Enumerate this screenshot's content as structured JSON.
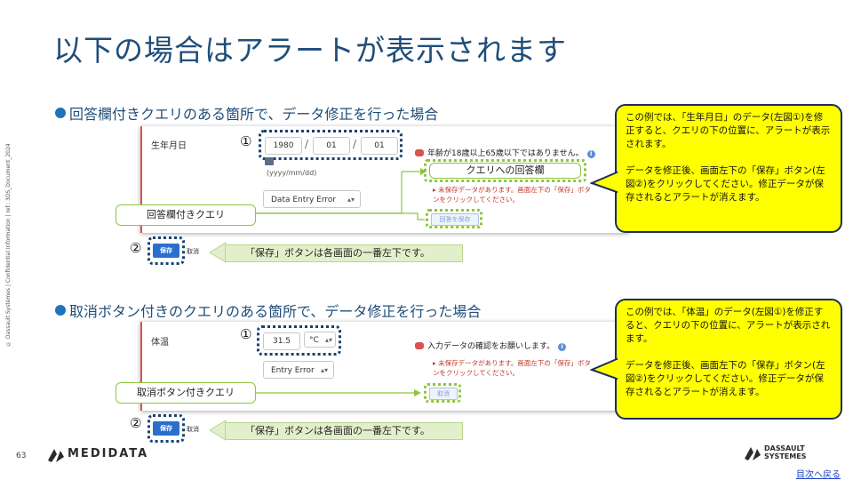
{
  "title": "以下の場合はアラートが表示されます",
  "side_note": "© Dassault Systèmes | Confidential Information | ref.: 3DS_Document_2024",
  "section1": {
    "heading": "回答欄付きクエリのある箇所で、データ修正を行った場合",
    "field_label": "生年月日",
    "marker1": "①",
    "date_values": [
      "1980",
      "01",
      "01"
    ],
    "separator": "/",
    "date_format": "(yyyy/mm/dd)",
    "select_value": "Data Entry Error",
    "query_text": "年齢が18歳以上65歳以下ではありません。",
    "answer_field_label": "クエリへの回答欄",
    "warning_text": "▸ 未保存データがあります。画面左下の「保存」ボタンをクリックしてください。",
    "answer_save_button": "回答を保存",
    "green_label": "回答欄付きクエリ",
    "marker2": "②",
    "save_button": "保存",
    "cancel_button": "取消",
    "arrow_text": "「保存」ボタンは各画面の一番左下です。",
    "callout": "この例では、「生年月日」のデータ(左図①)を修正すると、クエリの下の位置に、アラートが表示されます。\n\nデータを修正後、画面左下の「保存」ボタン(左図②)をクリックしてください。修正データが保存されるとアラートが消えます。"
  },
  "section2": {
    "heading": "取消ボタン付きのクエリのある箇所で、データ修正を行った場合",
    "field_label": "体温",
    "marker1": "①",
    "value": "31.5",
    "unit": "°C",
    "select_value": "Entry Error",
    "query_text": "入力データの確認をお願いします。",
    "warning_text": "▸ 未保存データがあります。画面左下の「保存」ボタンをクリックしてください。",
    "query_cancel_button": "取消",
    "green_label": "取消ボタン付きクエリ",
    "marker2": "②",
    "save_button": "保存",
    "cancel_button": "取消",
    "arrow_text": "「保存」ボタンは各画面の一番左下です。",
    "callout": "この例では、「体温」のデータ(左図①)を修正すると、クエリの下の位置に、アラートが表示されます。\n\nデータを修正後、画面左下の「保存」ボタン(左図②)をクリックしてください。修正データが保存されるとアラートが消えます。"
  },
  "footer": {
    "page_number": "63",
    "medidata_logo": "MEDIDATA",
    "dassault_logo_line1": "DASSAULT",
    "dassault_logo_line2": "SYSTEMES",
    "back_link": "目次へ戻る"
  },
  "colors": {
    "title": "#1f4e79",
    "bullet": "#1e73be",
    "callout_bg": "#ffff00",
    "accent_green": "#8cc63f",
    "dotted_dark": "#16436f",
    "save_blue": "#2a6fcc"
  }
}
